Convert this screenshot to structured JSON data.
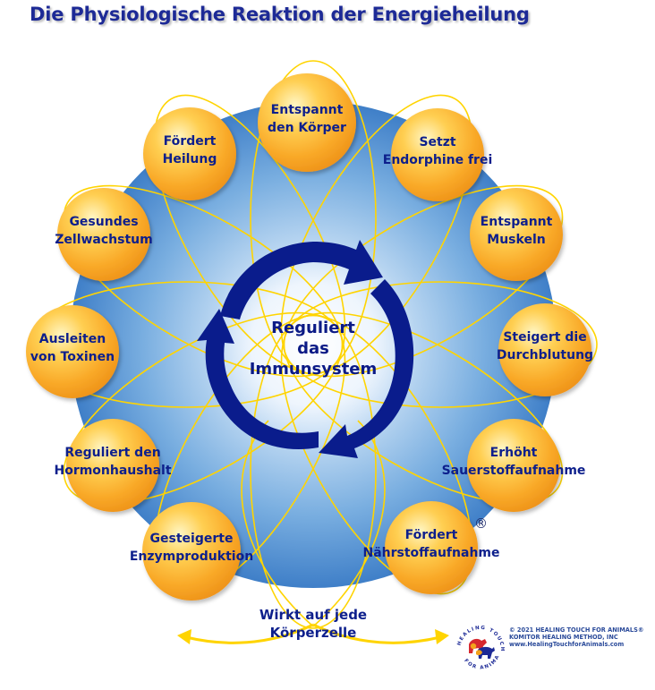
{
  "title": "Die Physiologische Reaktion der Energieheilung",
  "center": {
    "lines": [
      "Reguliert",
      "das",
      "Immunsystem"
    ]
  },
  "nodes": [
    {
      "id": "entspannt-koerper",
      "lines": [
        "Entspannt",
        "den Körper"
      ]
    },
    {
      "id": "setzt-endorphine",
      "lines": [
        "Setzt",
        "Endorphine frei"
      ]
    },
    {
      "id": "entspannt-muskeln",
      "lines": [
        "Entspannt",
        "Muskeln"
      ]
    },
    {
      "id": "steigert-durchblutung",
      "lines": [
        "Steigert die",
        "Durchblutung"
      ]
    },
    {
      "id": "erhoeht-sauerstoff",
      "lines": [
        "Erhöht",
        "Sauerstoffaufnahme"
      ]
    },
    {
      "id": "foerdert-naehrstoff",
      "lines": [
        "Fördert",
        "Nährstoffaufnahme"
      ]
    },
    {
      "id": "gesteigerte-enzym",
      "lines": [
        "Gesteigerte",
        "Enzymproduktion"
      ]
    },
    {
      "id": "reguliert-hormon",
      "lines": [
        "Reguliert den",
        "Hormonhaushalt"
      ]
    },
    {
      "id": "ausleiten-toxine",
      "lines": [
        "Ausleiten",
        "von Toxinen"
      ]
    },
    {
      "id": "gesundes-zellwachstum",
      "lines": [
        "Gesundes",
        "Zellwachstum"
      ]
    },
    {
      "id": "foerdert-heilung",
      "lines": [
        "Fördert",
        "Heilung"
      ]
    }
  ],
  "bottom_label": {
    "line1": "Wirkt auf jede",
    "line2": "Körperzelle"
  },
  "registered_mark": "®",
  "footer": {
    "line1": "© 2021 HEALING TOUCH FOR ANIMALS®",
    "line2": "KOMITOR HEALING METHOD, INC",
    "line3": "www.HealingTouchforAnimals.com"
  },
  "logo_text": "HEALING TOUCH FOR ANIMALS",
  "colors": {
    "title": "#1d2a96",
    "node_text": "#0d1f8c",
    "orb_light": "#fff3b0",
    "orb_mid": "#ffc23a",
    "orb_dark": "#f39a1c",
    "disc_center": "#ffffff",
    "disc_edge": "#3f7fc8",
    "petals": "#ffd400",
    "arrows": "#0a1c8c",
    "bottom_arrows": "#ffd400"
  }
}
